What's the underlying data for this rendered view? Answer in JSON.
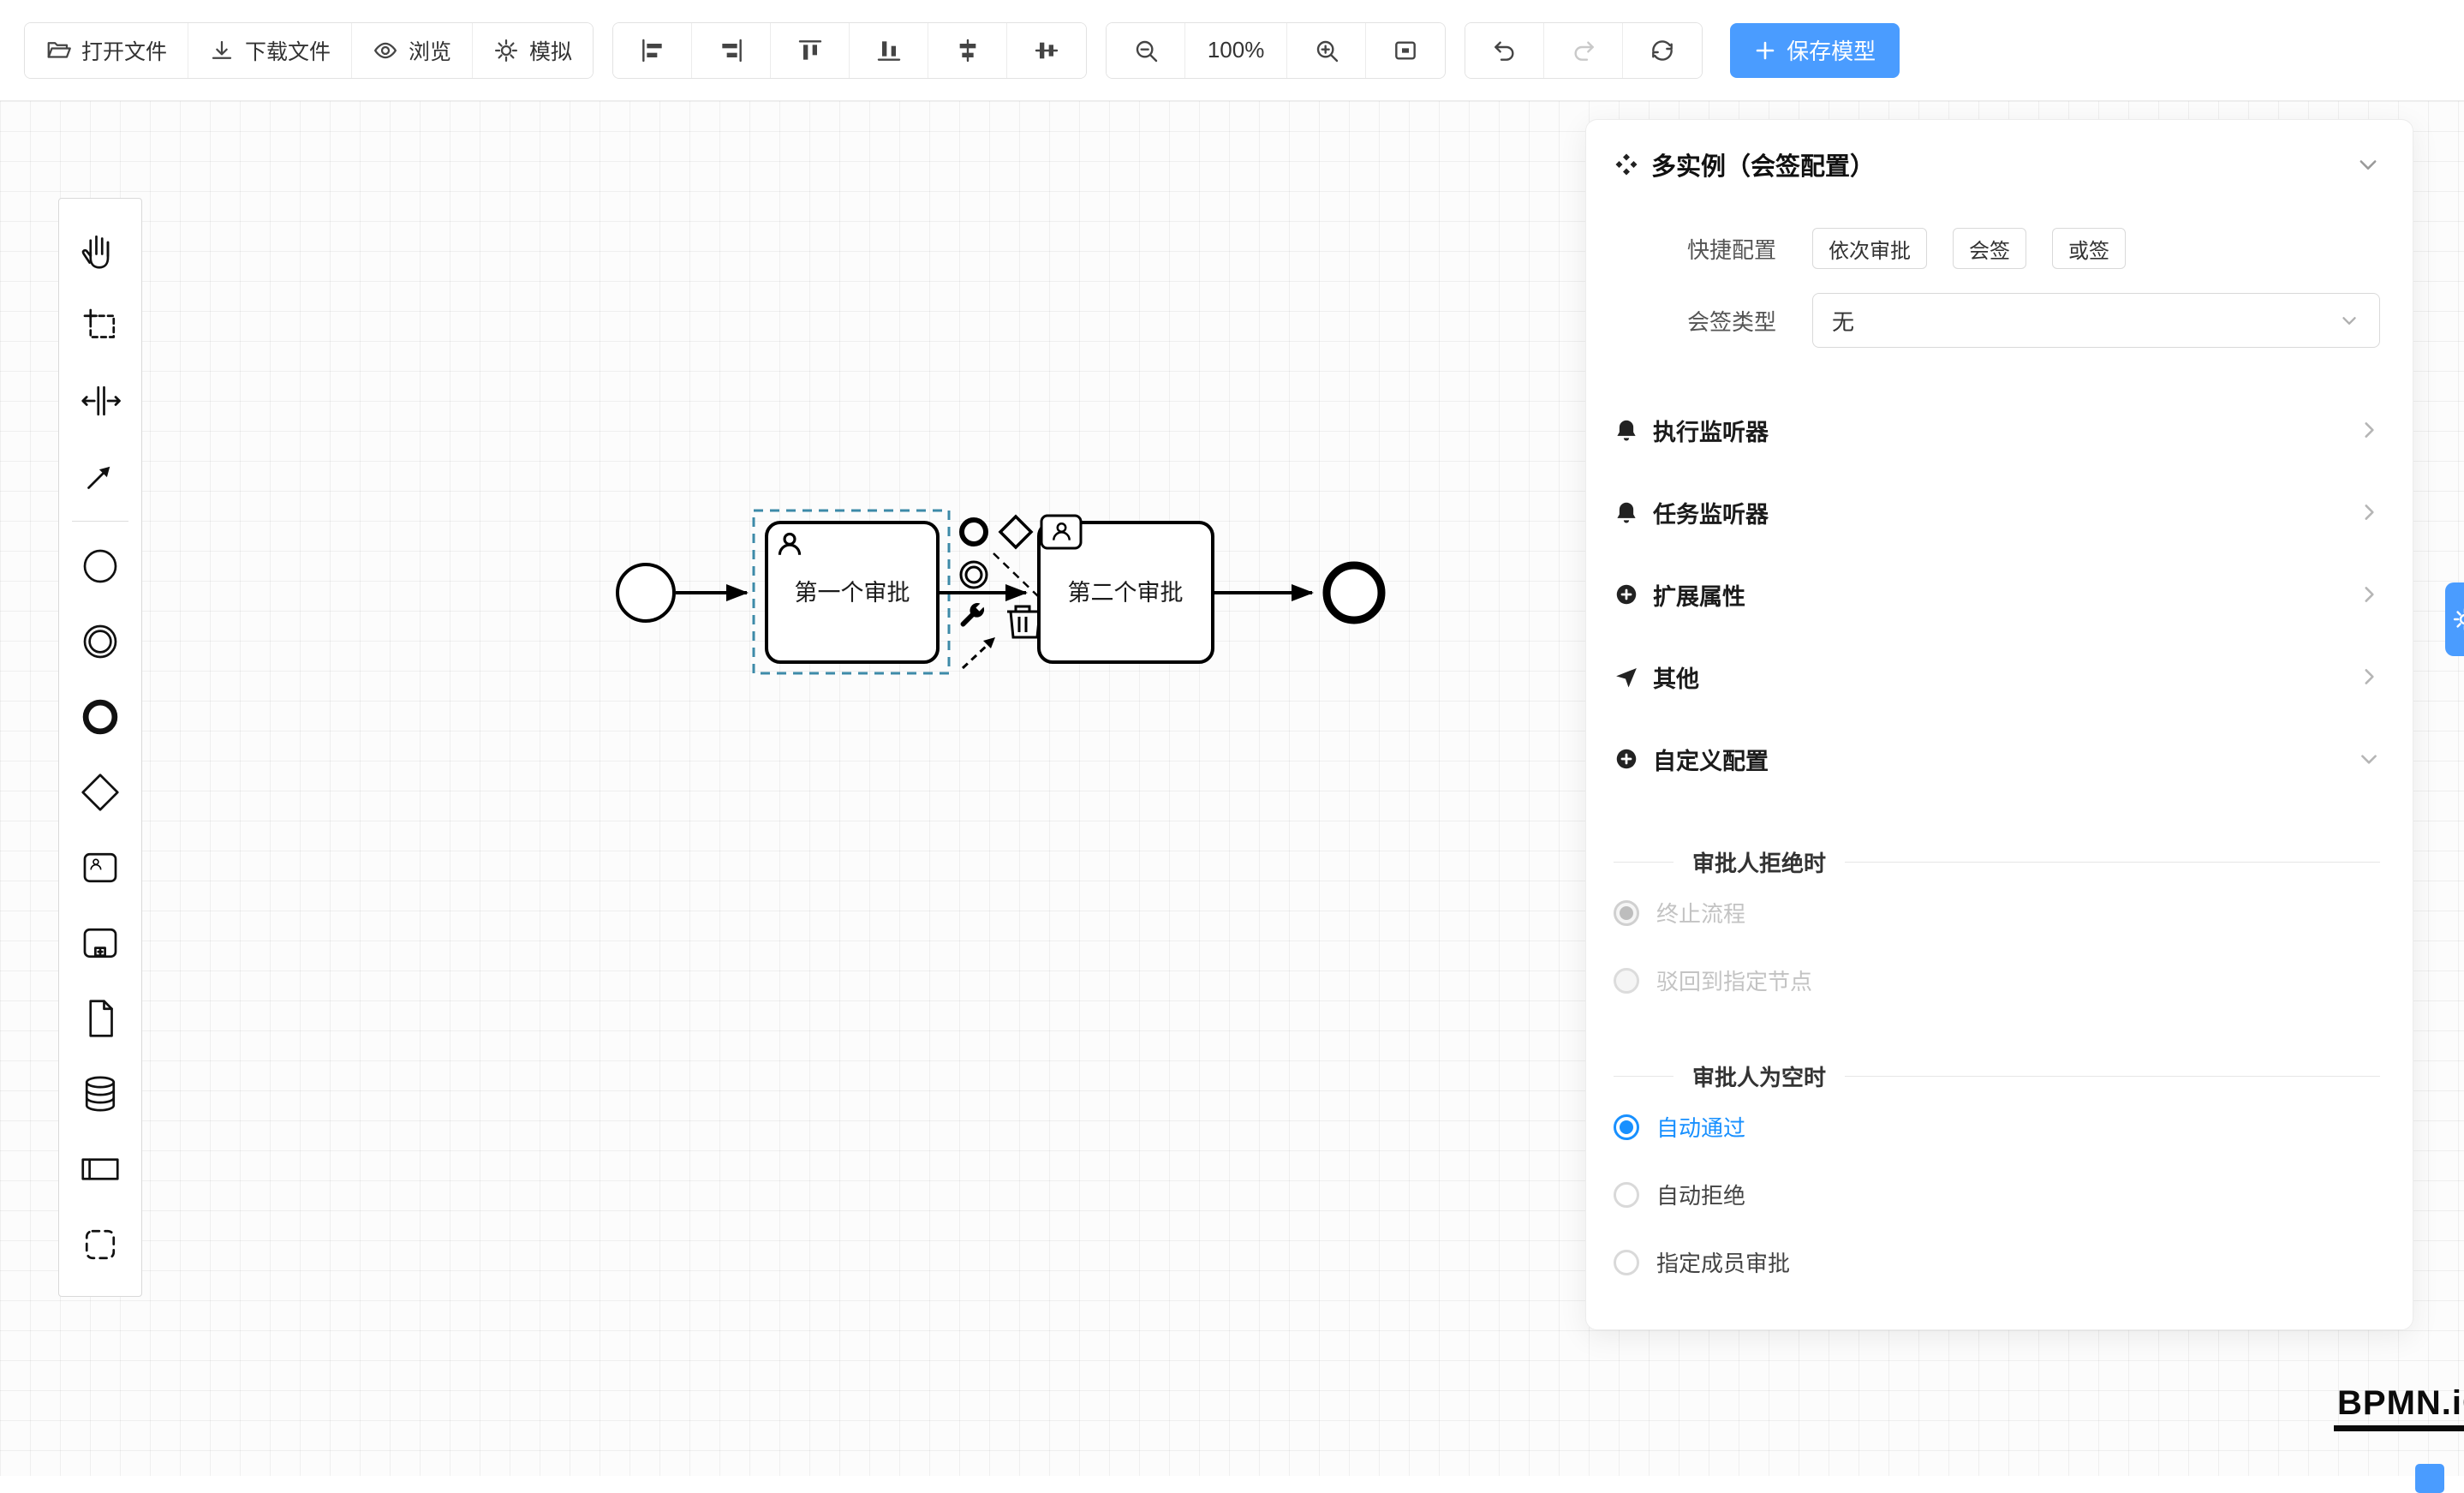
{
  "toolbar": {
    "open_file": "打开文件",
    "download_file": "下载文件",
    "preview": "浏览",
    "simulate": "模拟",
    "zoom_level": "100%",
    "save_model": "保存模型",
    "icons": [
      "folder-open-icon",
      "download-icon",
      "eye-icon",
      "gear-sun-icon",
      "align-left-icon",
      "align-right-icon",
      "align-top-icon",
      "align-bottom-icon",
      "align-center-h-icon",
      "align-center-v-icon",
      "zoom-out-icon",
      "zoom-in-icon",
      "fit-viewport-icon",
      "undo-icon",
      "redo-icon",
      "reset-icon",
      "plus-icon"
    ]
  },
  "palette": {
    "tools": [
      "hand-tool",
      "lasso-tool",
      "space-tool",
      "global-connect-tool",
      "start-event",
      "intermediate-event",
      "end-event",
      "gateway",
      "user-task",
      "subprocess",
      "document",
      "data-store",
      "participant",
      "group"
    ]
  },
  "canvas": {
    "task1_label": "第一个审批",
    "task2_label": "第二个审批"
  },
  "panel": {
    "title": "多实例（会签配置）",
    "quick_config_label": "快捷配置",
    "quick_options": [
      "依次审批",
      "会签",
      "或签"
    ],
    "sign_type_label": "会签类型",
    "sign_type_value": "无",
    "sections": [
      {
        "label": "执行监听器",
        "icon": "bell-icon"
      },
      {
        "label": "任务监听器",
        "icon": "bell-icon"
      },
      {
        "label": "扩展属性",
        "icon": "plus-circle-icon"
      },
      {
        "label": "其他",
        "icon": "send-icon"
      },
      {
        "label": "自定义配置",
        "icon": "plus-circle-icon"
      }
    ],
    "reject_group_title": "审批人拒绝时",
    "reject_options": [
      {
        "label": "终止流程",
        "selected": true,
        "disabled": true
      },
      {
        "label": "驳回到指定节点",
        "selected": false,
        "disabled": true
      }
    ],
    "empty_group_title": "审批人为空时",
    "empty_options": [
      {
        "label": "自动通过",
        "selected": true,
        "disabled": false
      },
      {
        "label": "自动拒绝",
        "selected": false,
        "disabled": false
      },
      {
        "label": "指定成员审批",
        "selected": false,
        "disabled": false
      }
    ]
  },
  "watermark": "BPMN.iO",
  "colors": {
    "primary": "#4a9cff",
    "radio_active": "#1890ff",
    "border": "#d9d9d9",
    "selection_dash": "#3d8aa8"
  }
}
